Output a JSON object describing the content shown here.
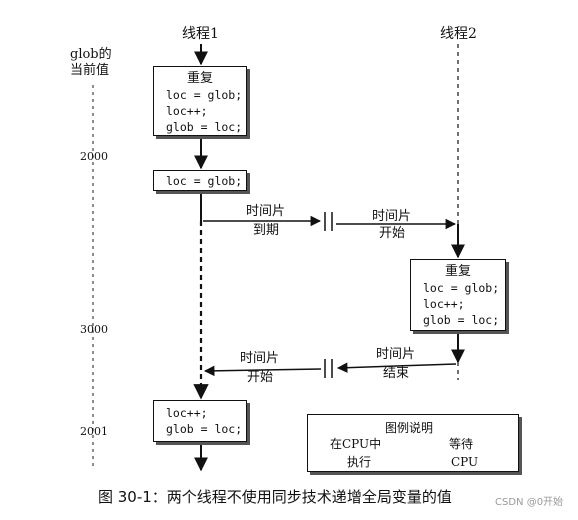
{
  "thread1_title": "线程1",
  "thread2_title": "线程2",
  "glob_header": [
    "glob的",
    "当前值"
  ],
  "glob_values": [
    "2000",
    "3000",
    "2001"
  ],
  "box_repeat_1": {
    "heading": "重复",
    "lines": [
      "loc = glob;",
      "loc++;",
      "glob = loc;"
    ]
  },
  "box_single": {
    "lines": [
      "loc = glob;"
    ]
  },
  "box_repeat_2": {
    "heading": "重复",
    "lines": [
      "loc = glob;",
      "loc++;",
      "glob = loc;"
    ]
  },
  "box_final": {
    "lines": [
      "loc++;",
      "glob = loc;"
    ]
  },
  "event_1_left": [
    "时间片",
    "到期"
  ],
  "event_1_right": [
    "时间片",
    "开始"
  ],
  "event_2_left": [
    "时间片",
    "开始"
  ],
  "event_2_right": [
    "时间片",
    "结束"
  ],
  "legend": {
    "title": "图例说明",
    "running_top": "在CPU中",
    "running_bottom": "执行",
    "waiting_top": "等待",
    "waiting_bottom": "CPU"
  },
  "caption": "图 30-1：两个线程不使用同步技术递增全局变量的值",
  "watermark": "CSDN @0开始"
}
